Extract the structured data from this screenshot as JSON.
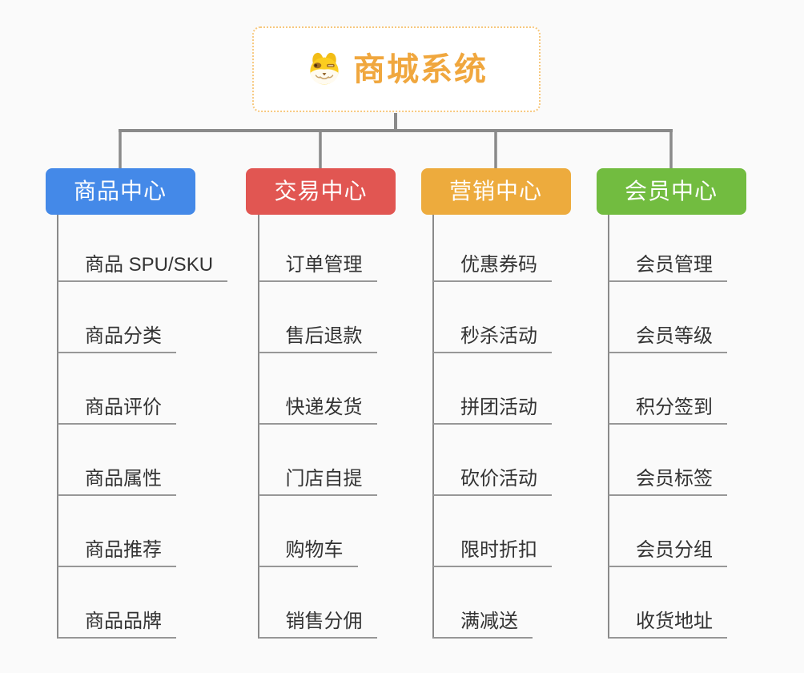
{
  "root": {
    "title": "商城系统",
    "icon": "doge-icon",
    "title_color": "#f0a73e",
    "border_color": "#f7c87e"
  },
  "connector_color": "#8a8a8a",
  "branches": [
    {
      "label": "商品中心",
      "color": "#4489e8",
      "children": [
        "商品 SPU/SKU",
        "商品分类",
        "商品评价",
        "商品属性",
        "商品推荐",
        "商品品牌"
      ]
    },
    {
      "label": "交易中心",
      "color": "#e15652",
      "children": [
        "订单管理",
        "售后退款",
        "快递发货",
        "门店自提",
        "购物车",
        "销售分佣"
      ]
    },
    {
      "label": "营销中心",
      "color": "#edab3d",
      "children": [
        "优惠券码",
        "秒杀活动",
        "拼团活动",
        "砍价活动",
        "限时折扣",
        "满减送"
      ]
    },
    {
      "label": "会员中心",
      "color": "#72bc40",
      "children": [
        "会员管理",
        "会员等级",
        "积分签到",
        "会员标签",
        "会员分组",
        "收货地址"
      ]
    }
  ]
}
